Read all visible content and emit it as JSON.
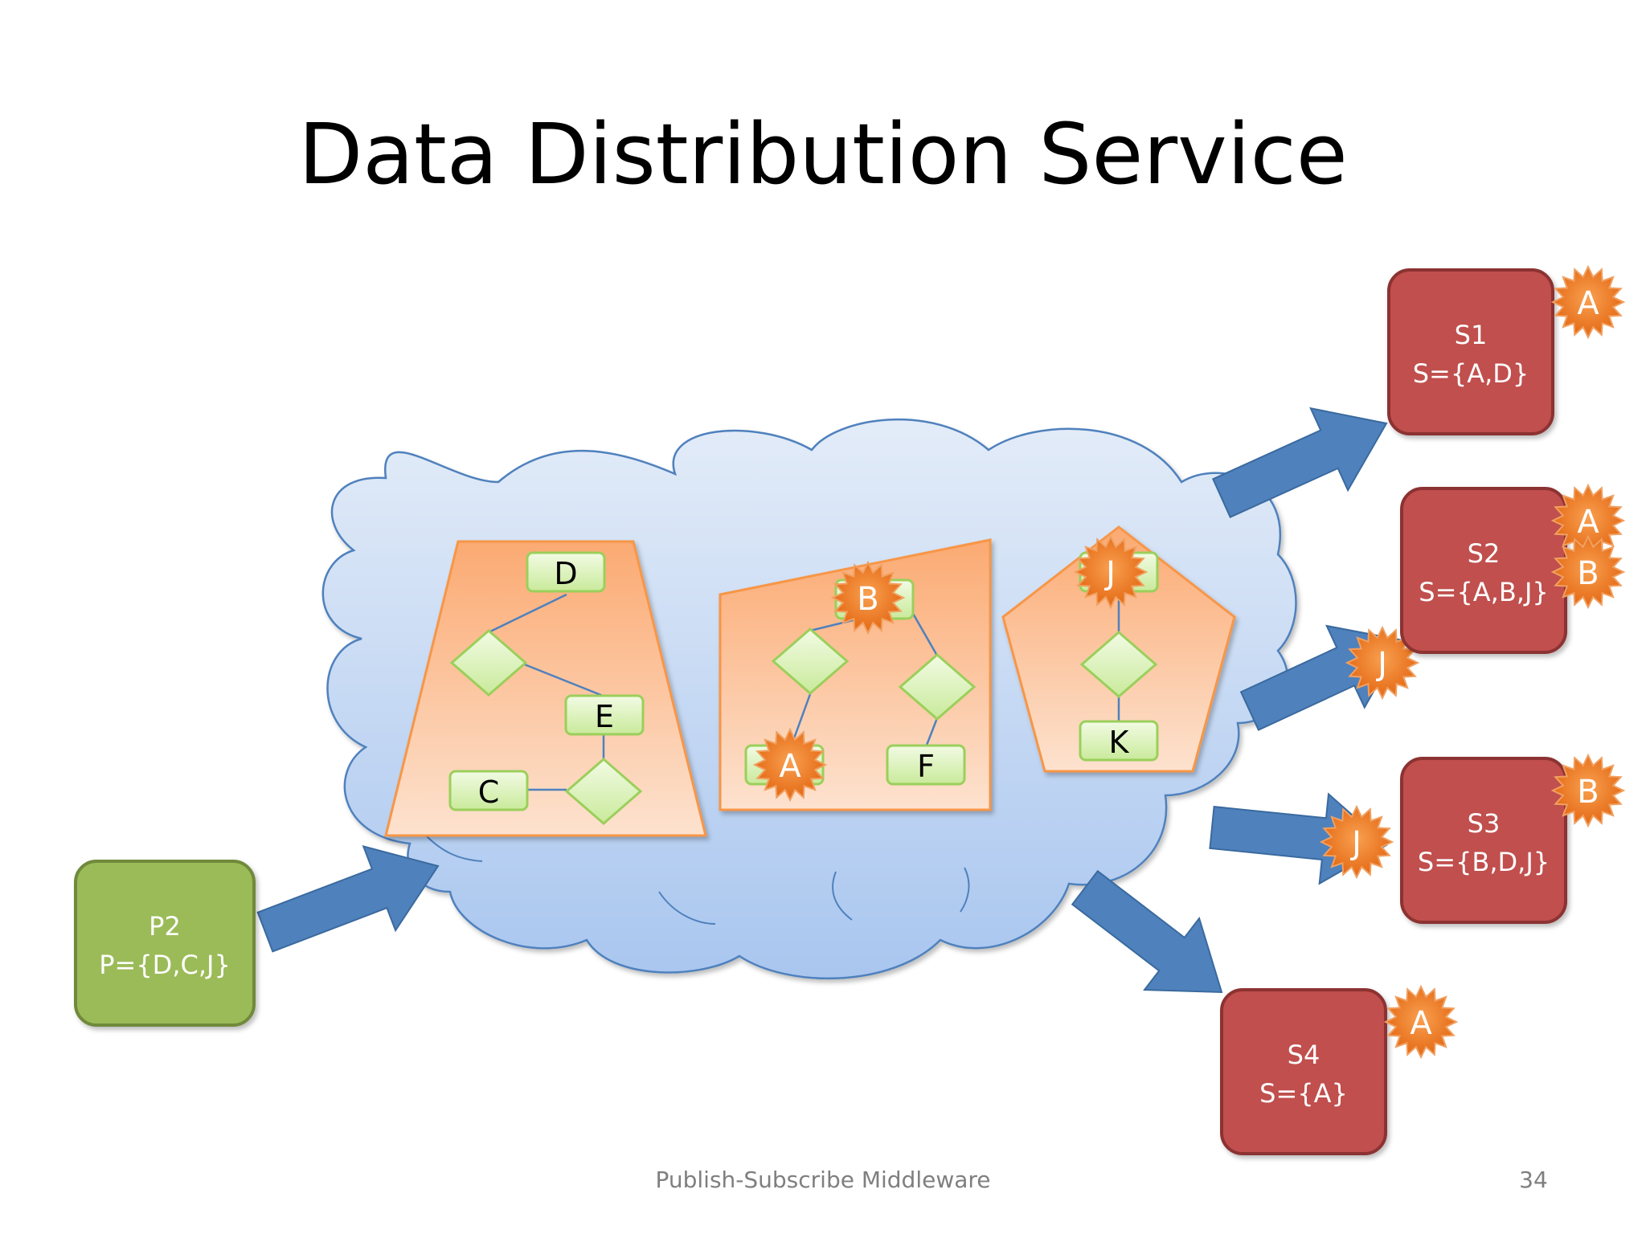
{
  "slide": {
    "title": "Data Distribution Service",
    "footer": "Publish-Subscribe Middleware",
    "page_number": "34"
  },
  "publisher": {
    "name": "P2",
    "set": "P={D,C,J}"
  },
  "subscribers": [
    {
      "name": "S1",
      "set": "S={A,D}",
      "badges": [
        "A"
      ]
    },
    {
      "name": "S2",
      "set": "S={A,B,J}",
      "badges": [
        "A",
        "B"
      ]
    },
    {
      "name": "S3",
      "set": "S={B,D,J}",
      "badges": [
        "B"
      ]
    },
    {
      "name": "S4",
      "set": "S={A}",
      "badges": [
        "A"
      ]
    }
  ],
  "arrow_badges": {
    "to_s2": "J",
    "to_s3": "J"
  },
  "domain_trapezoid": {
    "nodes": [
      "D",
      "E",
      "C"
    ]
  },
  "domain_quad": {
    "nodes": [
      "B",
      "A",
      "F"
    ]
  },
  "domain_pentagon": {
    "nodes": [
      "J",
      "K"
    ]
  },
  "colors": {
    "publisher_fill": "#9bbb59",
    "publisher_border": "#6f8a3a",
    "subscriber_fill": "#c0504d",
    "subscriber_border": "#8c3330",
    "arrow": "#4f81bd",
    "star": "#f07a1a",
    "cloud": "#c6d9f3",
    "domain": "#fbc39a",
    "node": "#d6efb0"
  }
}
